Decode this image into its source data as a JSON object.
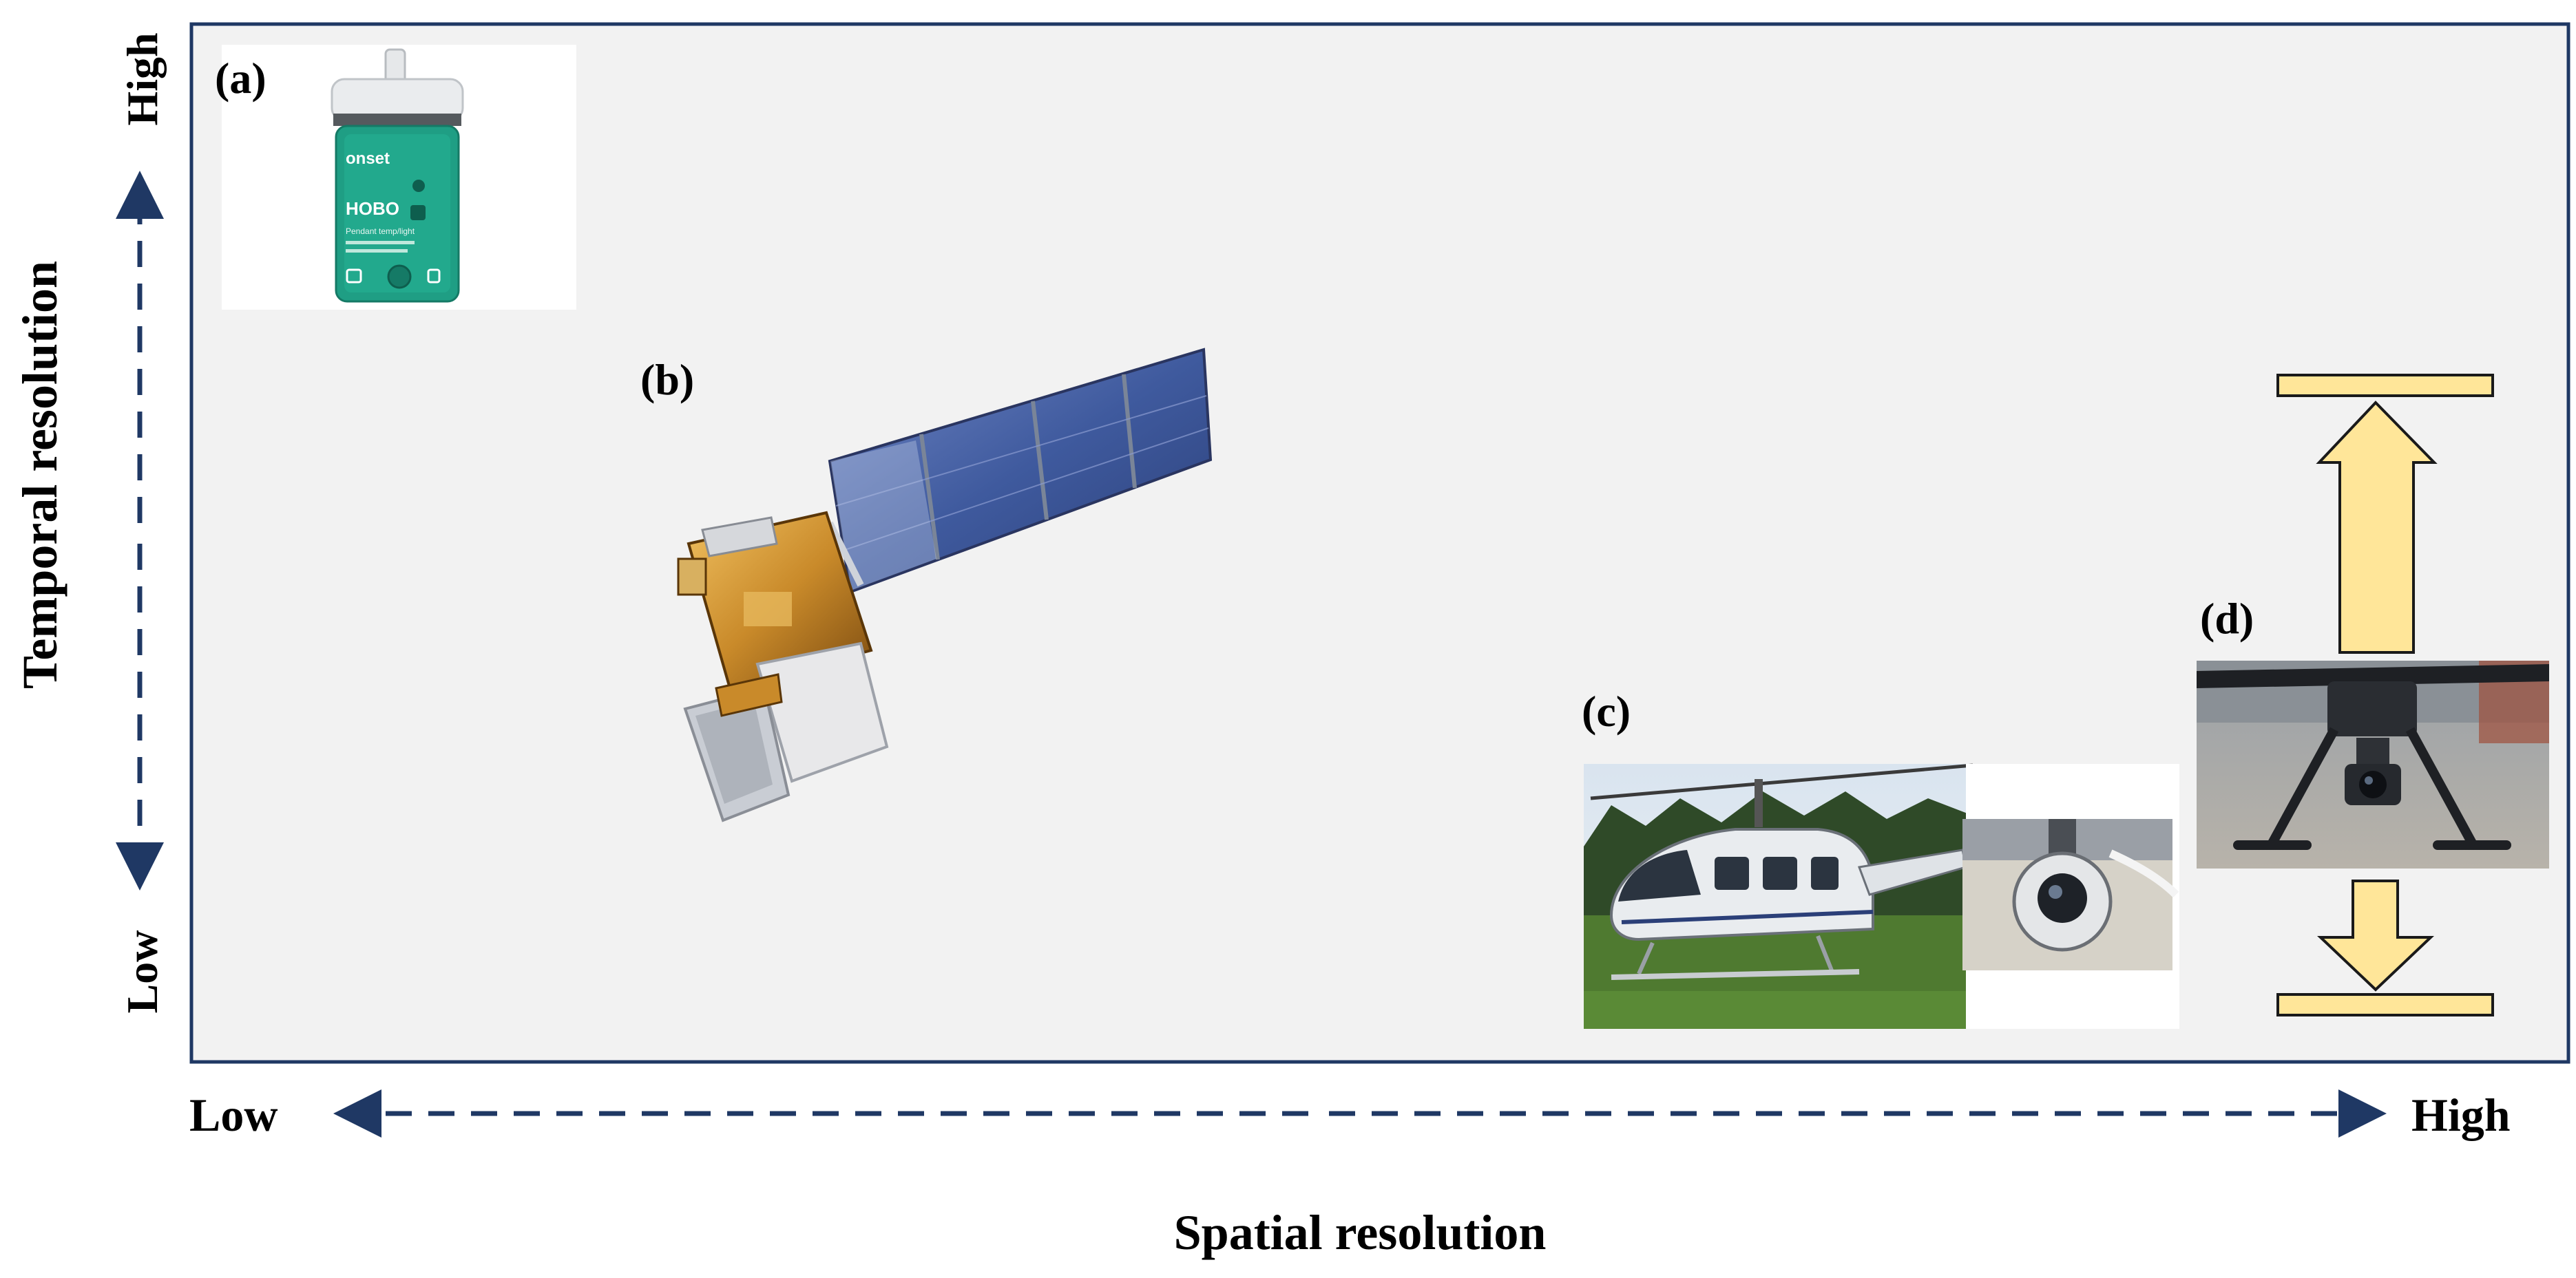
{
  "figure": {
    "panel_labels": [
      "(a)",
      "(b)",
      "(c)",
      "(d)"
    ],
    "y_axis": {
      "title": "Temporal resolution",
      "low": "Low",
      "high": "High"
    },
    "x_axis": {
      "title": "Spatial resolution",
      "low": "Low",
      "high": "High"
    },
    "devices": [
      {
        "panel": "(a)",
        "icon": "hobo-logger-icon",
        "brand_text": "onset",
        "model_text": "HOBO",
        "caption_text": "Pendant temp/light"
      },
      {
        "panel": "(b)",
        "icon": "satellite-icon"
      },
      {
        "panel": "(c)",
        "icon": "helicopter-icon"
      },
      {
        "panel": "(d)",
        "icon": "drone-icon"
      }
    ]
  },
  "colors": {
    "plot_background": "#f2f2f2",
    "plot_border": "#1f3864",
    "axis_arrow": "#1f3864",
    "hobo_green": "#1f9e84",
    "solar_panel": "#3f5a9e",
    "satellite_gold": "#c98a2a",
    "grass": "#4f7a30",
    "range_indicator_fill": "#ffe699",
    "range_indicator_stroke": "#1a1a1a"
  }
}
